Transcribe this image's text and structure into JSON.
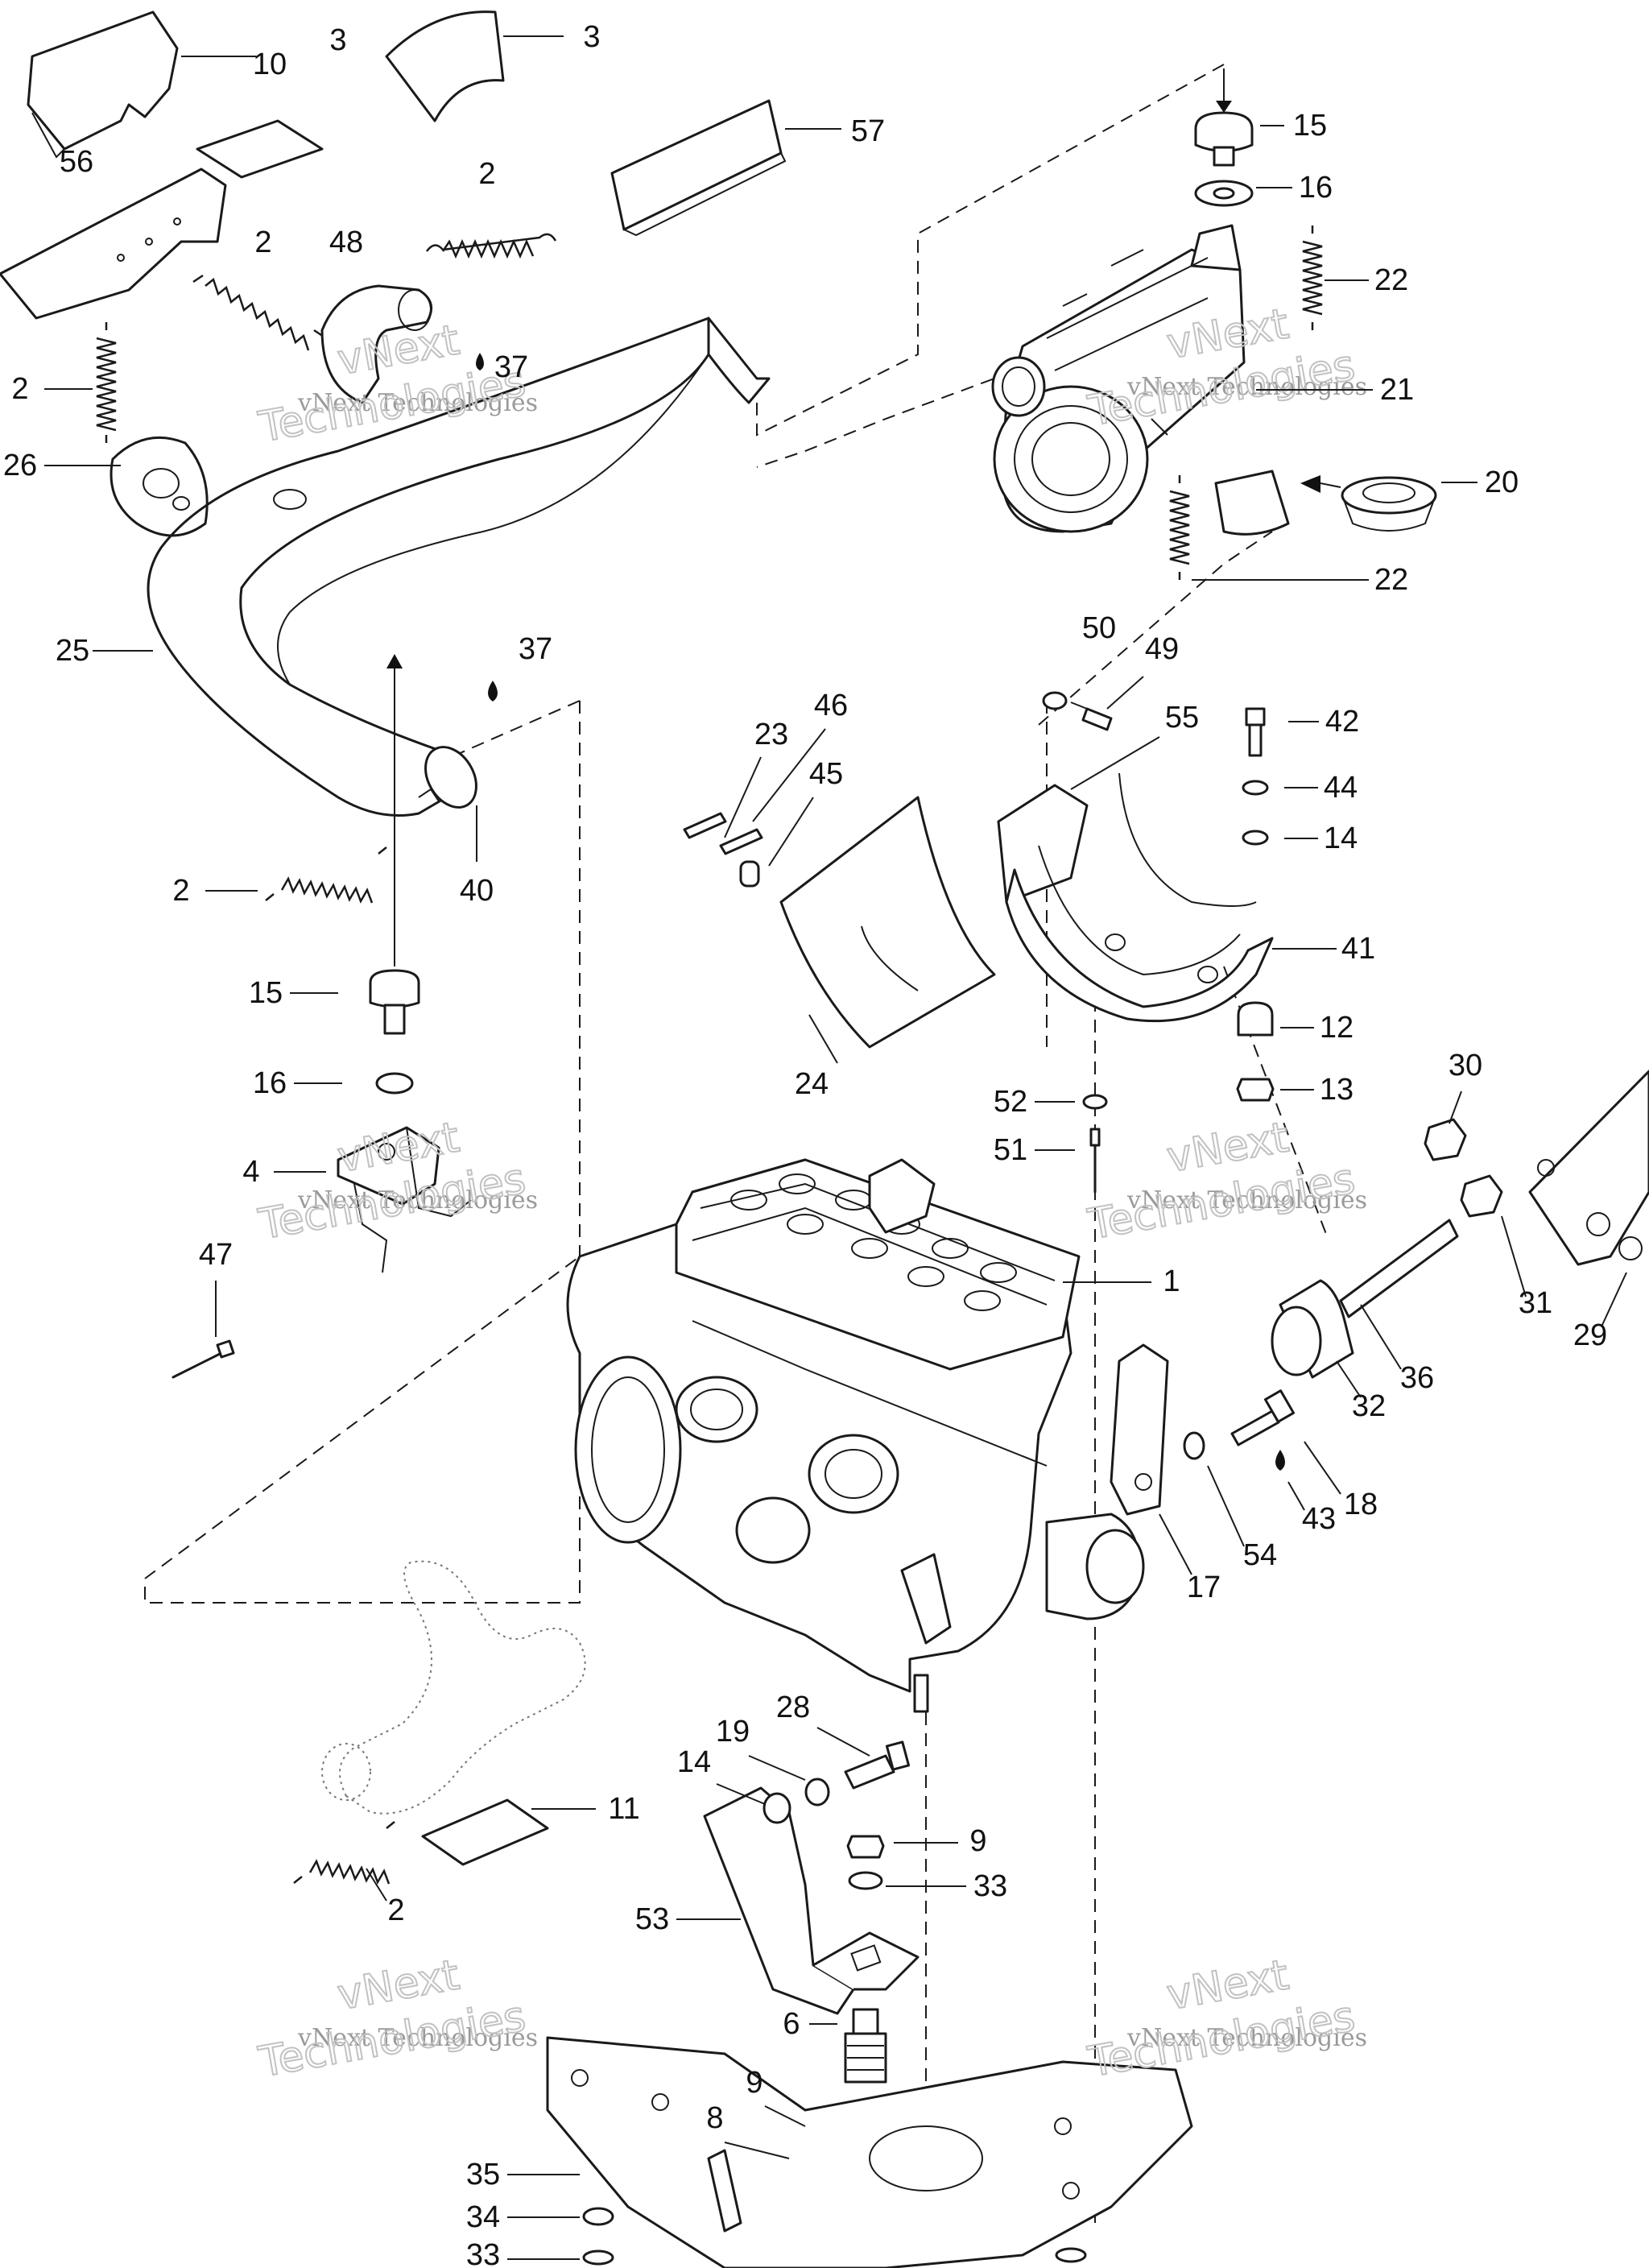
{
  "watermarks": [
    {
      "line1": "vNext Technologies",
      "line2": "vNext\nTechnologies"
    },
    {
      "line1": "vNext Technologies",
      "line2": "vNext\nTechnologies"
    },
    {
      "line1": "vNext Technologies",
      "line2": "vNext\nTechnologies"
    },
    {
      "line1": "vNext Technologies",
      "line2": "vNext\nTechnologies"
    },
    {
      "line1": "vNext Technologies",
      "line2": "vNext\nTechnologies"
    },
    {
      "line1": "vNext Technologies",
      "line2": "vNext\nTechnologies"
    }
  ],
  "callouts": [
    "10",
    "3",
    "3",
    "57",
    "56",
    "2",
    "2",
    "48",
    "37",
    "2",
    "26",
    "15",
    "16",
    "22",
    "21",
    "20",
    "22",
    "25",
    "37",
    "40",
    "50",
    "49",
    "42",
    "55",
    "46",
    "23",
    "45",
    "44",
    "14",
    "41",
    "12",
    "13",
    "24",
    "2",
    "15",
    "16",
    "4",
    "52",
    "51",
    "30",
    "47",
    "1",
    "31",
    "29",
    "36",
    "32",
    "18",
    "43",
    "54",
    "17",
    "28",
    "19",
    "14",
    "11",
    "9",
    "33",
    "53",
    "2",
    "6",
    "9",
    "8",
    "35",
    "34",
    "33"
  ],
  "colors": {
    "ink": "#1a1a1a",
    "watermark": "#9a9a9a",
    "background": "#ffffff"
  }
}
